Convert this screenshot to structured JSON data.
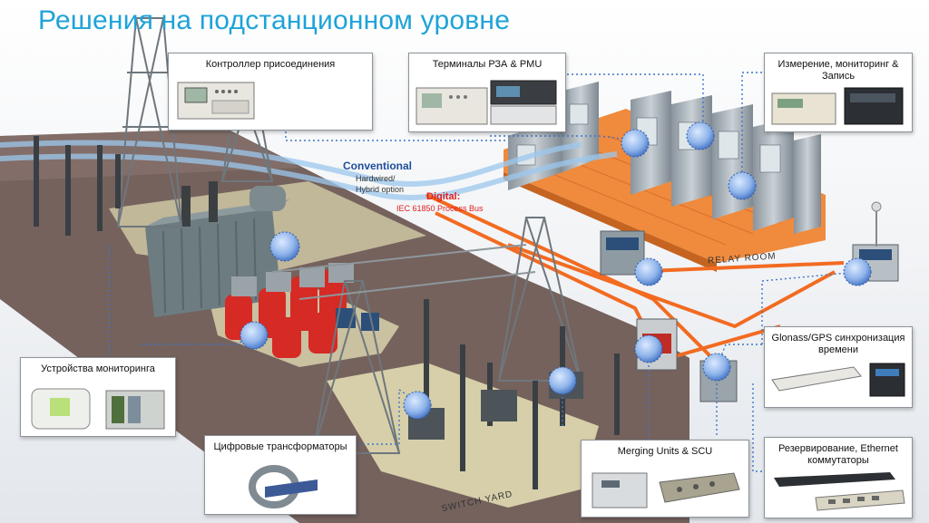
{
  "title": "Решения на подстанционном уровне",
  "cards": {
    "bay_controller": "Контроллер присоединения",
    "protection_terminals": "Терминалы РЗА & PMU",
    "measurement": "Измерение, мониторинг & Запись",
    "monitoring_devices": "Устройства мониторинга",
    "gps_sync": "Glonass/GPS синхронизация времени",
    "digital_transformers": "Цифровые трансформаторы",
    "merging_units": "Merging Units & SCU",
    "redundancy": "Резервирование, Ethernet коммутаторы"
  },
  "labels": {
    "conventional": "Conventional",
    "conventional_sub1": "Hardwired/",
    "conventional_sub2": "Hybrid option",
    "digital": "Digital:",
    "digital_sub": "IEC 61850 Process Bus",
    "relay_room": "RELAY ROOM",
    "switch_yard": "SWITCH YARD"
  },
  "colors": {
    "title": "#1ea3d8",
    "conventional": "#1f4e9c",
    "digital": "#e02020",
    "process_bus": "#f26b21",
    "hardwired_bus": "#9cc8ee",
    "ground": "#6b5a55",
    "gravel": "#d6cfa9"
  }
}
